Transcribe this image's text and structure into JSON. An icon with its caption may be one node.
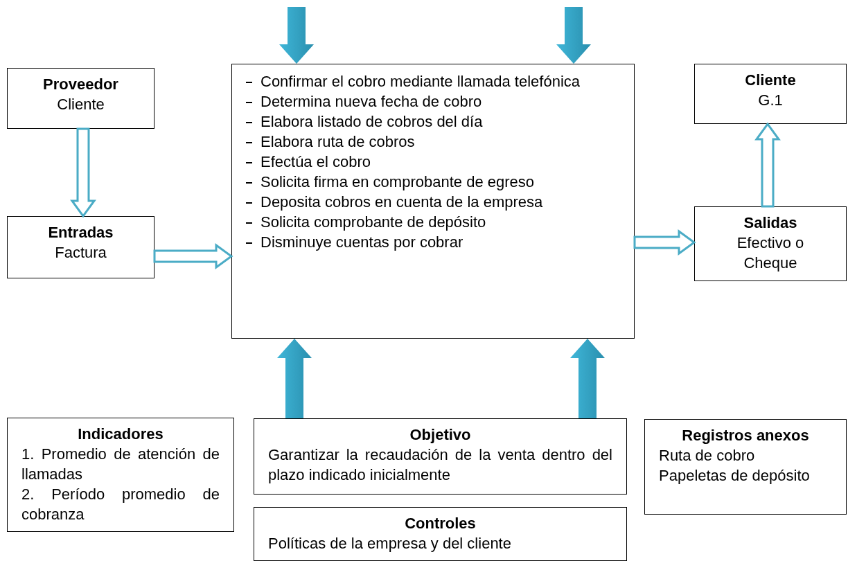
{
  "diagram": {
    "nodes": [
      {
        "text": [
          "Proveedor",
          "Cliente"
        ]
      },
      {
        "text": [
          "Entradas",
          "Factura"
        ]
      },
      {
        "text": [
          "Confirmar el cobro mediante llamada telefónica",
          "Determina nueva fecha de cobro",
          "Elabora listado de cobros del día",
          "Elabora ruta de cobros",
          "Efectúa el cobro",
          "Solicita firma en comprobante de egreso",
          "Deposita cobros en cuenta de la empresa",
          "Solicita comprobante de depósito",
          "Disminuye cuentas por cobrar"
        ]
      },
      {
        "text": [
          "Cliente",
          "G.1"
        ]
      },
      {
        "text": [
          "Salidas",
          "Efectivo o Cheque"
        ]
      },
      {
        "text": [
          "Indicadores",
          "1. Promedio de atención de llamadas",
          "2. Período promedio de cobranza"
        ]
      },
      {
        "text": [
          "Objetivo",
          "Garantizar la recaudación de la venta dentro del plazo indicado inicialmente"
        ]
      },
      {
        "text": [
          "Registros anexos",
          "Ruta de cobro",
          "Papeletas de depósito"
        ]
      },
      {
        "text": [
          "Controles",
          "Políticas de la empresa y del cliente"
        ]
      }
    ],
    "edges": [
      {
        "from": null,
        "to": 2,
        "arrow": "to",
        "style": "thick"
      },
      {
        "from": null,
        "to": 2,
        "arrow": "to",
        "style": "thick"
      },
      {
        "from": 0,
        "to": 1,
        "arrow": "to"
      },
      {
        "from": 1,
        "to": 2,
        "arrow": "to"
      },
      {
        "from": 2,
        "to": 4,
        "arrow": "to"
      },
      {
        "from": 4,
        "to": 3,
        "arrow": "to"
      },
      {
        "from": 6,
        "to": 2,
        "arrow": "to",
        "style": "thick"
      },
      {
        "from": 6,
        "to": 2,
        "arrow": "to",
        "style": "thick"
      }
    ]
  }
}
